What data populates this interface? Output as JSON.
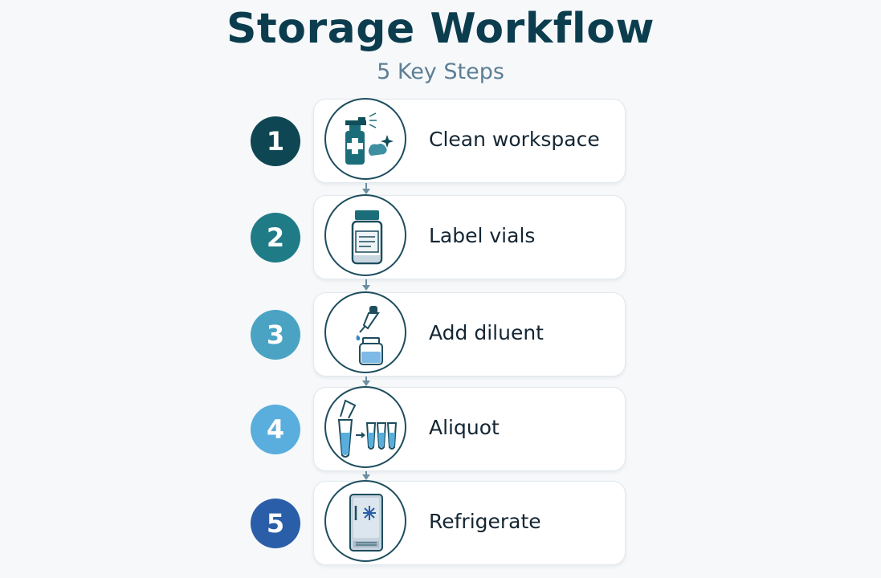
{
  "title": "Storage Workflow",
  "subtitle": "5 Key Steps",
  "steps": [
    {
      "number": "1",
      "label": "Clean workspace",
      "icon": "spray-bottle-cloth-icon",
      "badge_color": "#0e4653"
    },
    {
      "number": "2",
      "label": "Label vials",
      "icon": "labeled-vial-icon",
      "badge_color": "#1f7b86"
    },
    {
      "number": "3",
      "label": "Add diluent",
      "icon": "dropper-vial-icon",
      "badge_color": "#4aa3c3"
    },
    {
      "number": "4",
      "label": "Aliquot",
      "icon": "aliquot-tubes-icon",
      "badge_color": "#5aaedd"
    },
    {
      "number": "5",
      "label": "Refrigerate",
      "icon": "refrigerator-icon",
      "badge_color": "#2a5ea8"
    }
  ],
  "colors": {
    "title": "#0b3d4e",
    "subtitle": "#5e7f95",
    "background": "#f6f8fa",
    "connector": "#6d8ea1"
  }
}
